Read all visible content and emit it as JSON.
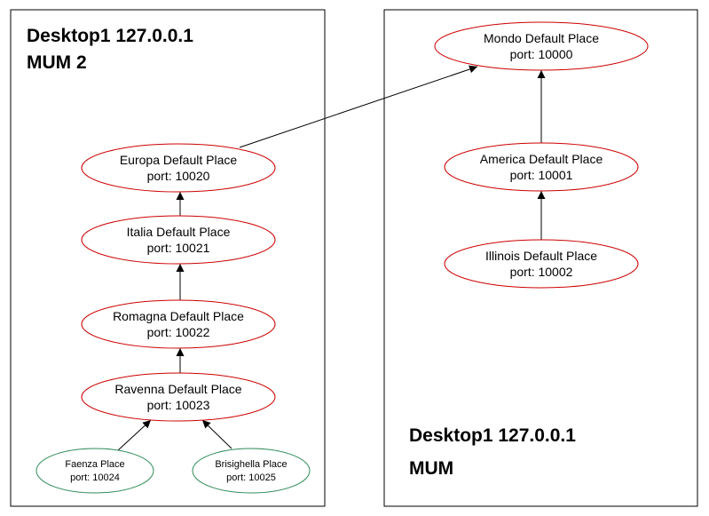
{
  "panels": {
    "left": {
      "title_line1": "Desktop1 127.0.0.1",
      "title_line2": "MUM 2"
    },
    "right": {
      "title_line1": "Desktop1 127.0.0.1",
      "title_line2": "MUM"
    }
  },
  "nodes": {
    "mondo": {
      "name": "Mondo Default Place",
      "port": "port: 10000"
    },
    "america": {
      "name": "America Default Place",
      "port": "port: 10001"
    },
    "illinois": {
      "name": "Illinois Default Place",
      "port": "port: 10002"
    },
    "europa": {
      "name": "Europa Default Place",
      "port": "port: 10020"
    },
    "italia": {
      "name": "Italia Default Place",
      "port": "port: 10021"
    },
    "romagna": {
      "name": "Romagna Default Place",
      "port": "port: 10022"
    },
    "ravenna": {
      "name": "Ravenna Default Place",
      "port": "port: 10023"
    },
    "faenza": {
      "name": "Faenza Place",
      "port": "port: 10024"
    },
    "brisighella": {
      "name": "Brisighella Place",
      "port": "port: 10025"
    }
  },
  "colors": {
    "node_border": "#cc0000",
    "leaf_border": "#2e8b57",
    "edge": "#000000"
  }
}
